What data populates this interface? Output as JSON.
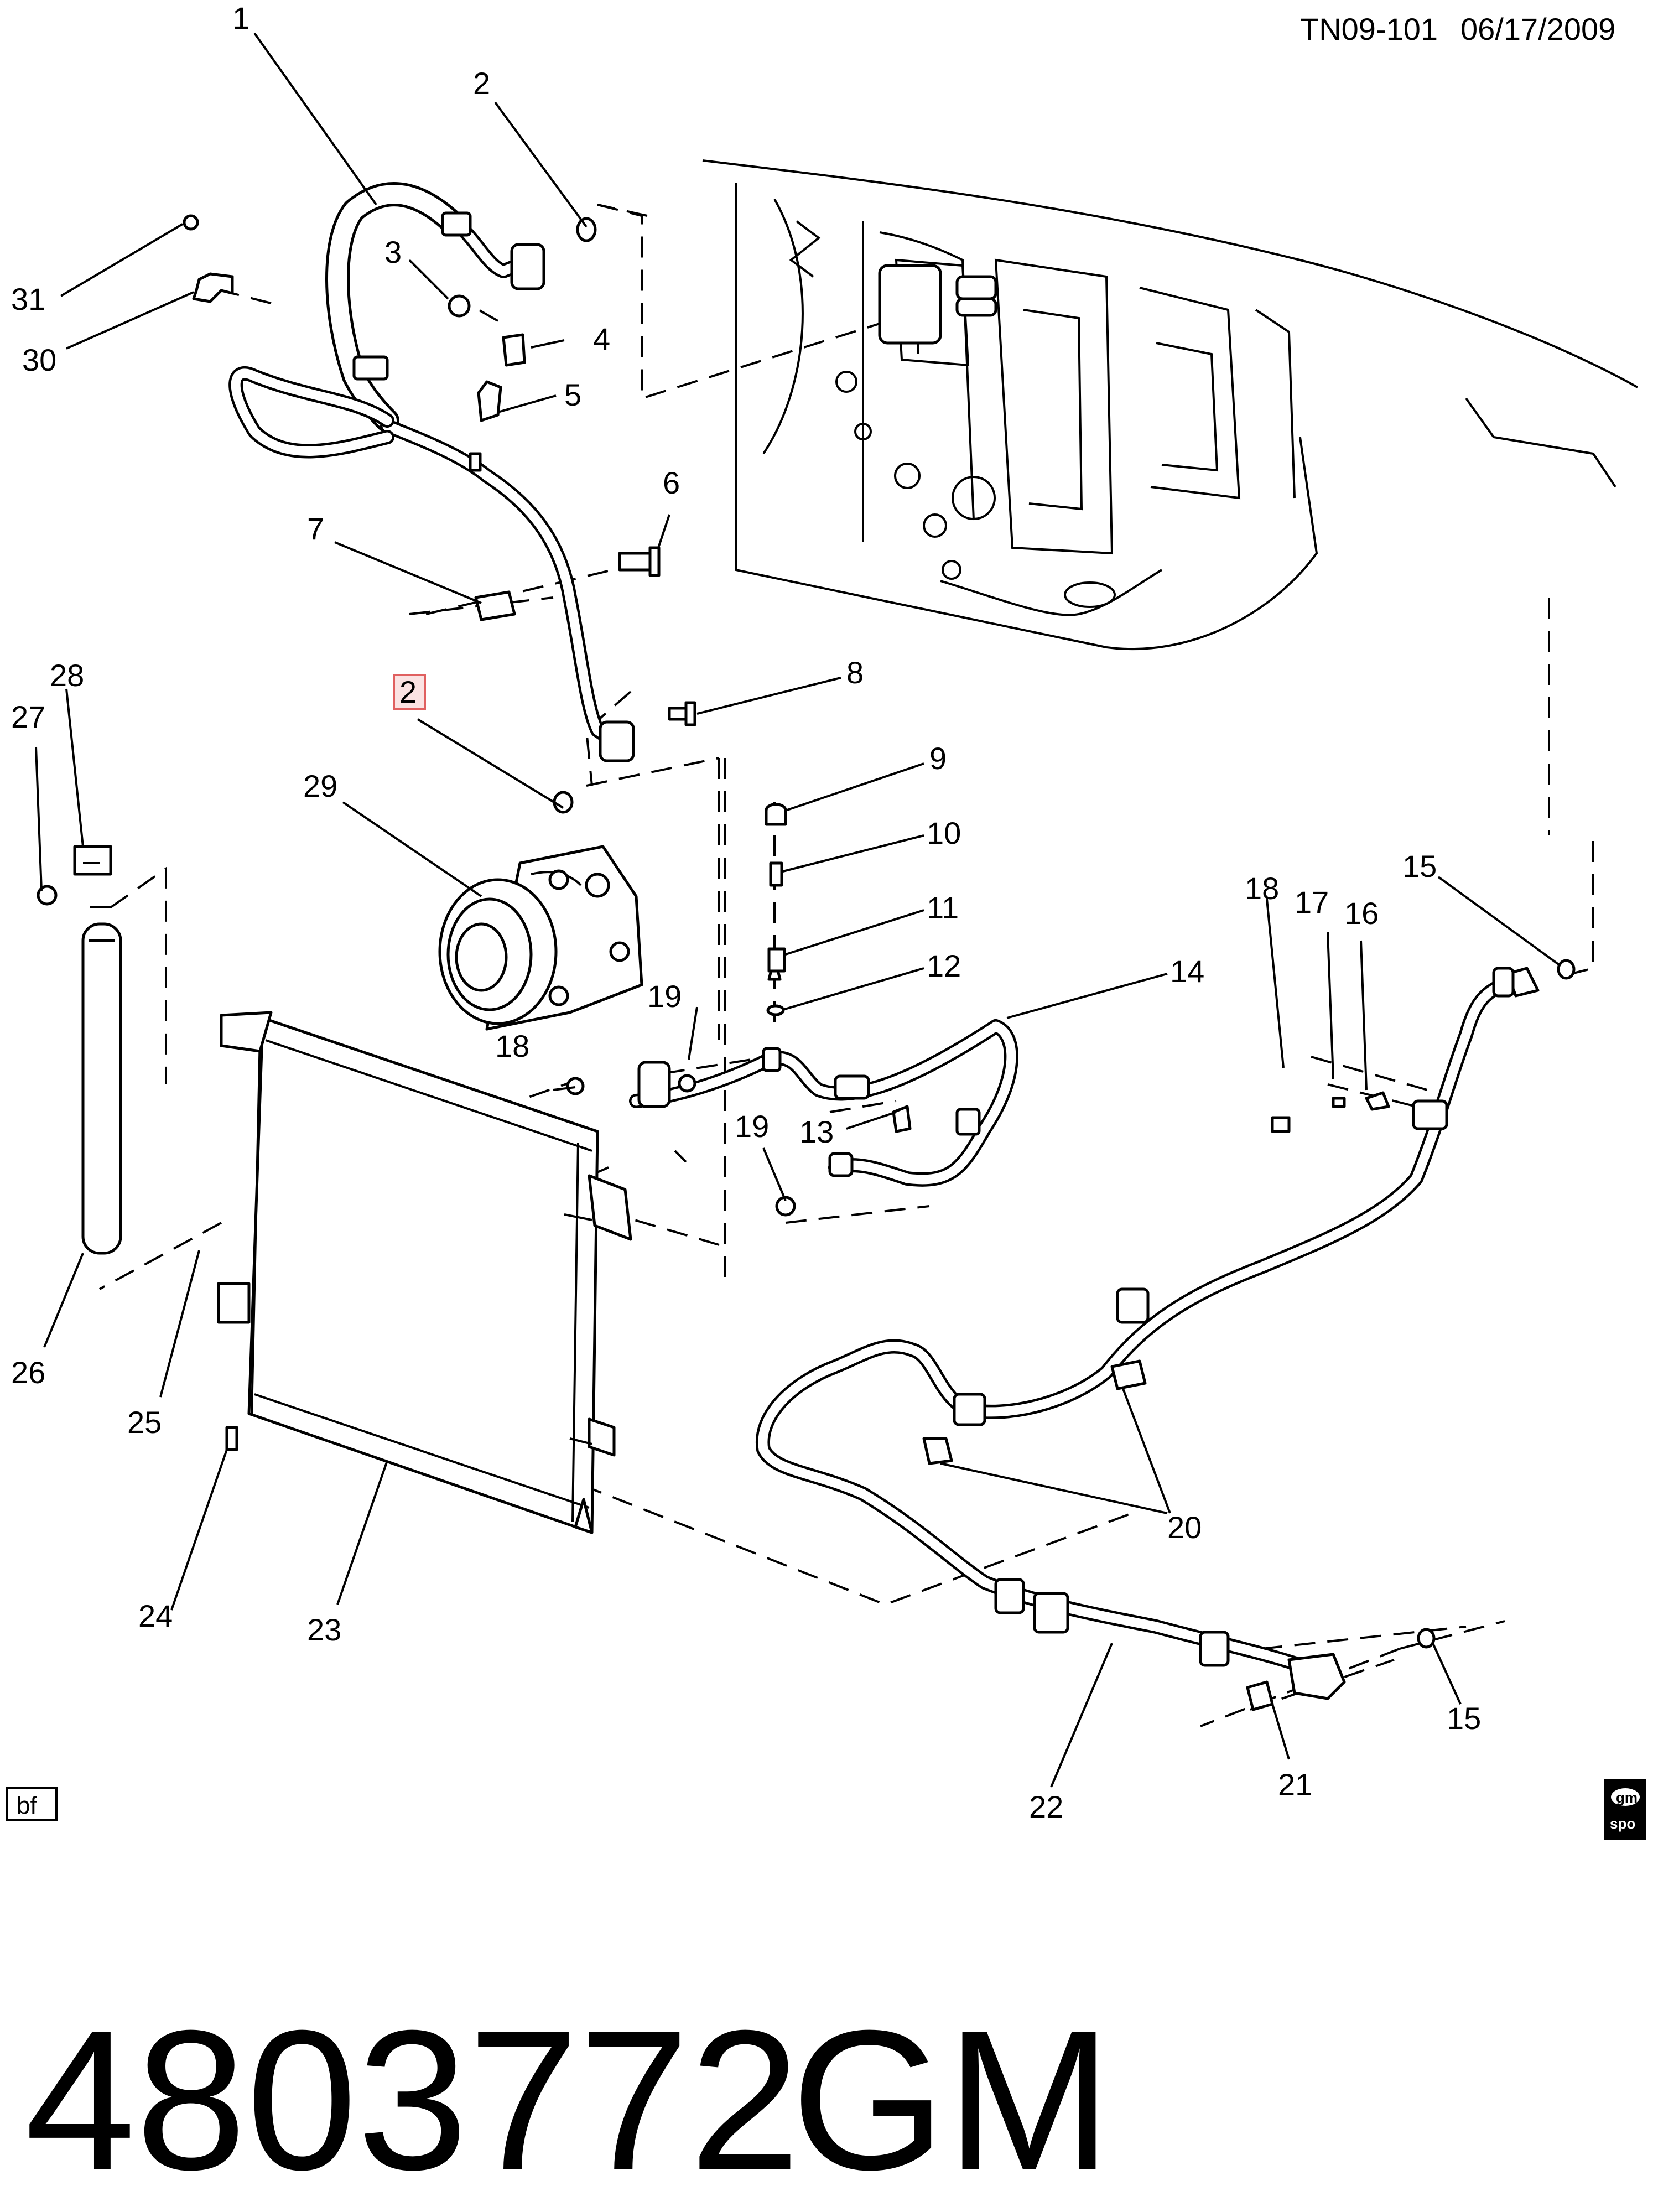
{
  "header": {
    "code": "TN09-101",
    "date": "06/17/2009"
  },
  "part_number": "4803772",
  "brand": "GM",
  "corner_tag_left": "bf",
  "corner_logo": {
    "top": "gm",
    "bottom": "spo"
  },
  "highlighted_callout": "2",
  "callouts": {
    "c1": "1",
    "c2a": "2",
    "c2b": "2",
    "c3": "3",
    "c4": "4",
    "c5": "5",
    "c6": "6",
    "c7": "7",
    "c8": "8",
    "c9": "9",
    "c10": "10",
    "c11": "11",
    "c12": "12",
    "c13": "13",
    "c14": "14",
    "c15a": "15",
    "c15b": "15",
    "c16": "16",
    "c17": "17",
    "c18a": "18",
    "c18b": "18",
    "c19a": "19",
    "c19b": "19",
    "c20": "20",
    "c21": "21",
    "c22": "22",
    "c23": "23",
    "c24": "24",
    "c25": "25",
    "c26": "26",
    "c27": "27",
    "c28": "28",
    "c29": "29",
    "c30": "30",
    "c31": "31"
  }
}
